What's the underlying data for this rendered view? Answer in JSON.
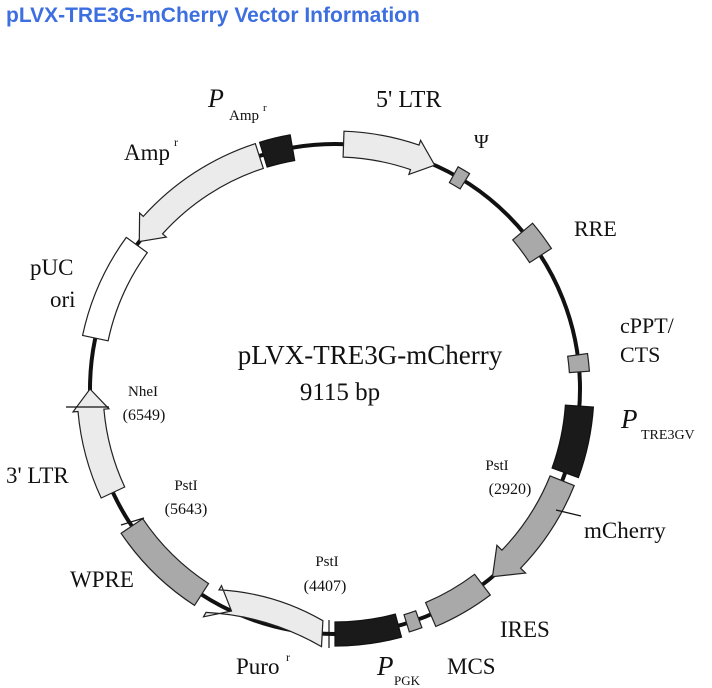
{
  "page": {
    "title": "pLVX-TRE3G-mCherry Vector Information"
  },
  "map": {
    "name": "pLVX-TRE3G-mCherry",
    "size": "9115 bp",
    "colors": {
      "backbone": "#111111",
      "light": "#ebebeb",
      "medium": "#a9a9a9",
      "dark": "#1a1a1a",
      "white": "#ffffff"
    },
    "features": {
      "amp_promoter": {
        "P": "P",
        "sub": "Amp",
        "sup": "r"
      },
      "ltr5": {
        "label": "5' LTR"
      },
      "psi": {
        "label": "Ψ"
      },
      "rre": {
        "label": "RRE"
      },
      "cppt": {
        "line1": "cPPT/",
        "line2": "CTS"
      },
      "tre3gv": {
        "P": "P",
        "sub": "TRE3GV"
      },
      "mcherry": {
        "label": "mCherry"
      },
      "ires": {
        "label": "IRES"
      },
      "mcs": {
        "label": "MCS"
      },
      "pgk": {
        "P": "P",
        "sub": "PGK"
      },
      "puro": {
        "label": "Puro",
        "sup": "r"
      },
      "wpre": {
        "label": "WPRE"
      },
      "ltr3": {
        "label": "3' LTR"
      },
      "puc": {
        "line1": "pUC",
        "line2": "ori"
      },
      "ampr": {
        "label": "Amp",
        "sup": "r"
      }
    },
    "sites": {
      "psti_2920": {
        "name": "PstI",
        "pos": "(2920)"
      },
      "psti_4407": {
        "name": "PstI",
        "pos": "(4407)"
      },
      "psti_5643": {
        "name": "PstI",
        "pos": "(5643)"
      },
      "nhei_6549": {
        "name": "NheI",
        "pos": "(6549)"
      }
    }
  }
}
